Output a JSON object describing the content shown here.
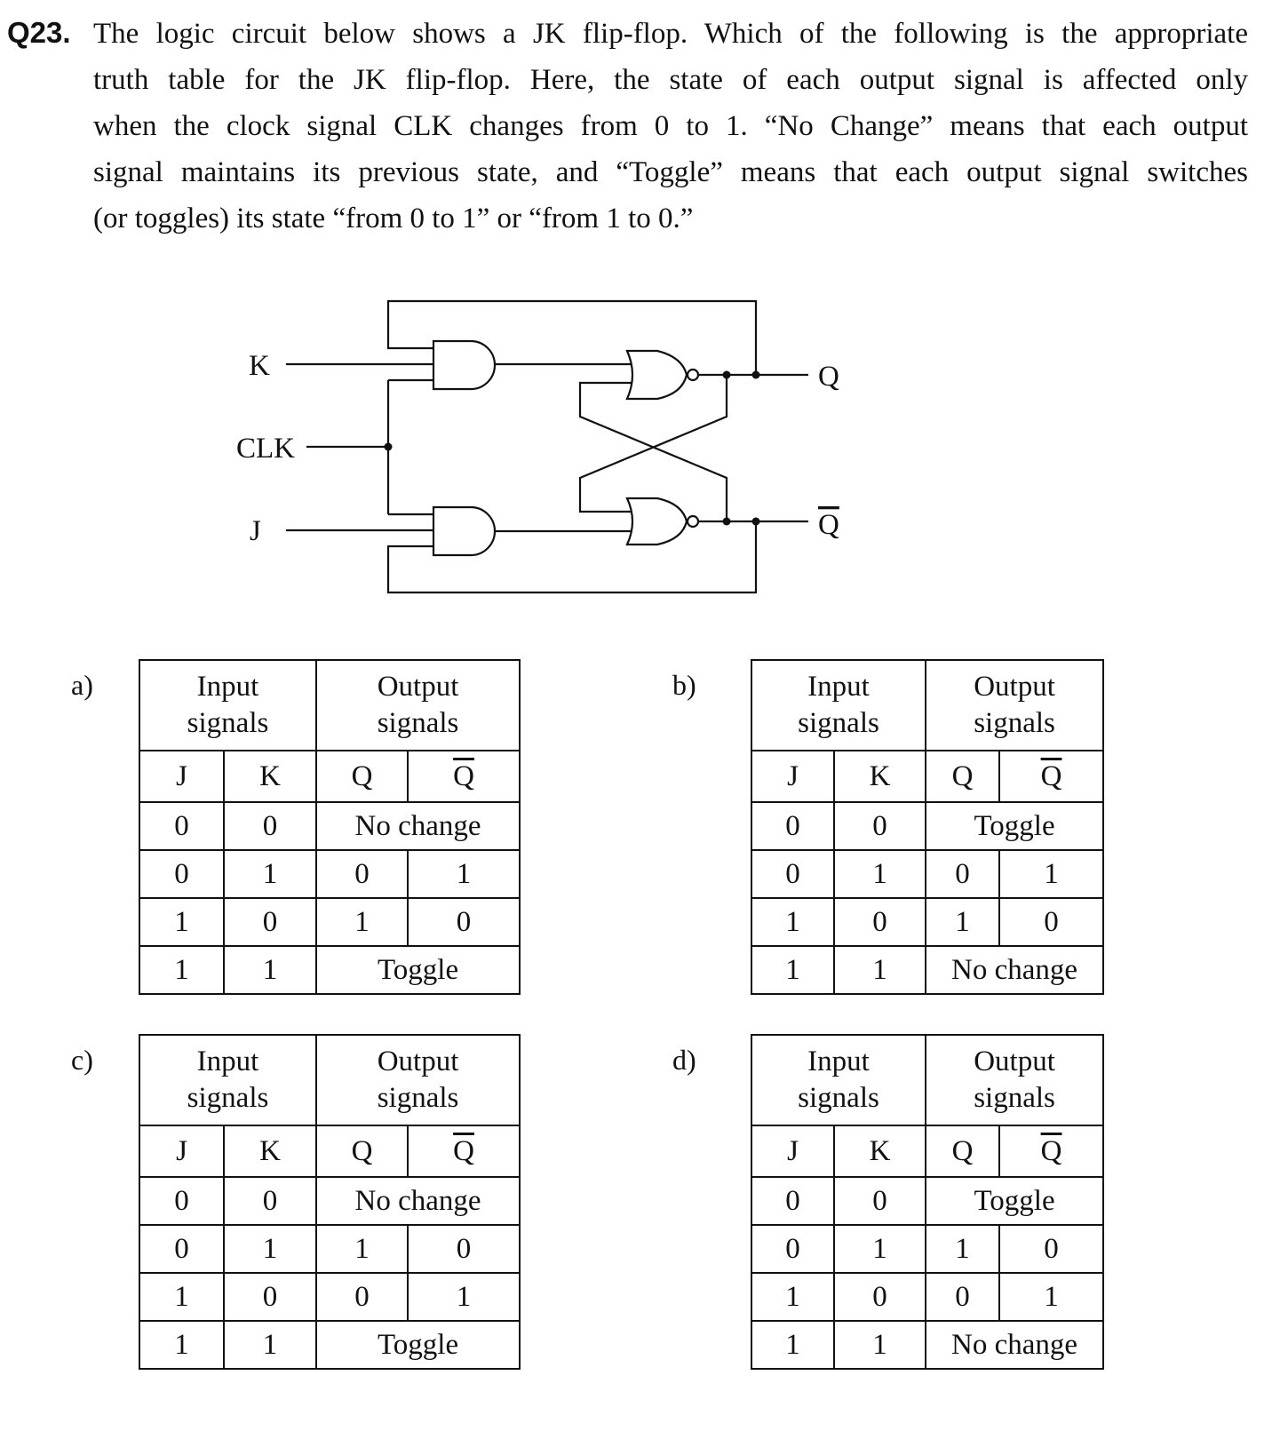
{
  "question": {
    "number": "Q23.",
    "lines": [
      "The logic circuit below shows a JK flip-flop.    Which of the following is the appropriate",
      "truth table for the JK flip-flop.    Here, the state of each output signal is affected only",
      "when the clock signal CLK changes from 0 to 1.    “No Change” means that each output",
      "signal maintains its previous state, and “Toggle” means that each output signal switches",
      "(or toggles) its state “from 0 to 1” or “from 1 to 0.”"
    ]
  },
  "circuit": {
    "inputs": {
      "k": "K",
      "clk": "CLK",
      "j": "J"
    },
    "outputs": {
      "q": "Q",
      "qbar": "Q"
    },
    "gates": [
      "and-gate",
      "and-gate",
      "nor-gate",
      "nor-gate"
    ]
  },
  "options": [
    {
      "label": "a)",
      "header_input": [
        "Input",
        "signals"
      ],
      "header_output": [
        "Output",
        "signals"
      ],
      "col_labels": [
        "J",
        "K",
        "Q",
        "Q"
      ],
      "rows": [
        {
          "j": "0",
          "k": "0",
          "merged": "No change"
        },
        {
          "j": "0",
          "k": "1",
          "q": "0",
          "qbar": "1"
        },
        {
          "j": "1",
          "k": "0",
          "q": "1",
          "qbar": "0"
        },
        {
          "j": "1",
          "k": "1",
          "merged": "Toggle"
        }
      ]
    },
    {
      "label": "b)",
      "header_input": [
        "Input",
        "signals"
      ],
      "header_output": [
        "Output",
        "signals"
      ],
      "col_labels": [
        "J",
        "K",
        "Q",
        "Q"
      ],
      "rows": [
        {
          "j": "0",
          "k": "0",
          "merged": "Toggle"
        },
        {
          "j": "0",
          "k": "1",
          "q": "0",
          "qbar": "1"
        },
        {
          "j": "1",
          "k": "0",
          "q": "1",
          "qbar": "0"
        },
        {
          "j": "1",
          "k": "1",
          "merged": "No change"
        }
      ]
    },
    {
      "label": "c)",
      "header_input": [
        "Input",
        "signals"
      ],
      "header_output": [
        "Output",
        "signals"
      ],
      "col_labels": [
        "J",
        "K",
        "Q",
        "Q"
      ],
      "rows": [
        {
          "j": "0",
          "k": "0",
          "merged": "No change"
        },
        {
          "j": "0",
          "k": "1",
          "q": "1",
          "qbar": "0"
        },
        {
          "j": "1",
          "k": "0",
          "q": "0",
          "qbar": "1"
        },
        {
          "j": "1",
          "k": "1",
          "merged": "Toggle"
        }
      ]
    },
    {
      "label": "d)",
      "header_input": [
        "Input",
        "signals"
      ],
      "header_output": [
        "Output",
        "signals"
      ],
      "col_labels": [
        "J",
        "K",
        "Q",
        "Q"
      ],
      "rows": [
        {
          "j": "0",
          "k": "0",
          "merged": "Toggle"
        },
        {
          "j": "0",
          "k": "1",
          "q": "1",
          "qbar": "0"
        },
        {
          "j": "1",
          "k": "0",
          "q": "0",
          "qbar": "1"
        },
        {
          "j": "1",
          "k": "1",
          "merged": "No change"
        }
      ]
    }
  ]
}
